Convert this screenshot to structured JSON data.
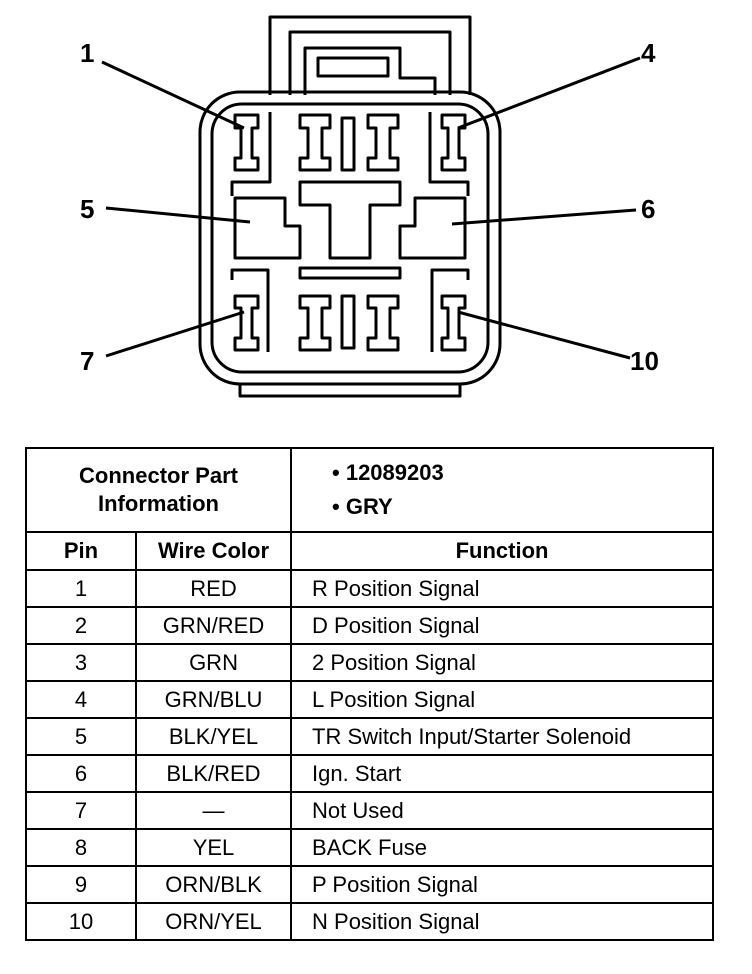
{
  "diagram": {
    "pin_labels": [
      {
        "id": "1",
        "text": "1"
      },
      {
        "id": "4",
        "text": "4"
      },
      {
        "id": "5",
        "text": "5"
      },
      {
        "id": "6",
        "text": "6"
      },
      {
        "id": "7",
        "text": "7"
      },
      {
        "id": "10",
        "text": "10"
      }
    ]
  },
  "table": {
    "connector_info_label": [
      "Connector Part",
      "Information"
    ],
    "connector_info_values": [
      "• 12089203",
      "• GRY"
    ],
    "headers": [
      "Pin",
      "Wire Color",
      "Function"
    ],
    "rows": [
      {
        "pin": "1",
        "wire": "RED",
        "function": "R Position Signal"
      },
      {
        "pin": "2",
        "wire": "GRN/RED",
        "function": "D Position Signal"
      },
      {
        "pin": "3",
        "wire": "GRN",
        "function": "2 Position Signal"
      },
      {
        "pin": "4",
        "wire": "GRN/BLU",
        "function": "L Position Signal"
      },
      {
        "pin": "5",
        "wire": "BLK/YEL",
        "function": "TR Switch Input/Starter Solenoid"
      },
      {
        "pin": "6",
        "wire": "BLK/RED",
        "function": "Ign. Start"
      },
      {
        "pin": "7",
        "wire": "—",
        "function": "Not Used"
      },
      {
        "pin": "8",
        "wire": "YEL",
        "function": "BACK Fuse"
      },
      {
        "pin": "9",
        "wire": "ORN/BLK",
        "function": "P Position Signal"
      },
      {
        "pin": "10",
        "wire": "ORN/YEL",
        "function": "N Position Signal"
      }
    ]
  }
}
